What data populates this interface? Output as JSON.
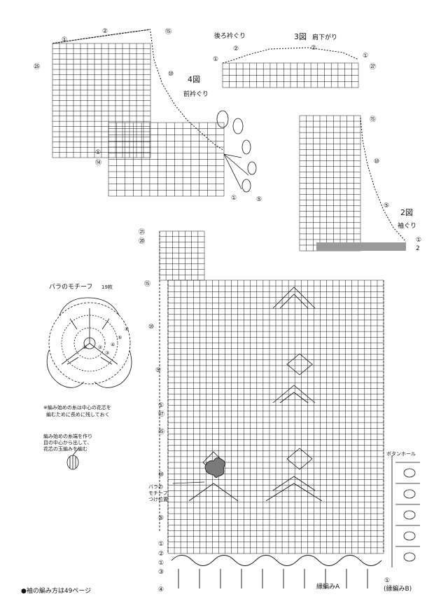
{
  "labels": {
    "fig4_title": "4図",
    "fig4_front_neck": "前衿ぐり",
    "fig3_back_neck": "後ろ衿ぐり",
    "fig3_title": "3図",
    "fig3_shoulder": "肩下がり",
    "fig2_title": "2図",
    "fig2_armhole": "袖ぐり",
    "motif_title": "バラのモチーフ",
    "motif_count": "19枚",
    "motif_note_1": "※編み始めの糸は中心の花芯を",
    "motif_note_2": "編むために長めに残しておく",
    "core_note_1": "編み始めの糸端を作り",
    "core_note_2": "目の中心から出して、",
    "core_note_3": "花芯の玉編みを編む",
    "rose_attach_1": "バラの",
    "rose_attach_2": "モチーフ",
    "rose_attach_3": "つけ位置",
    "buttonhole": "ボタンホール",
    "edging_a": "縁編みA",
    "edging_b": "(縁編みB)",
    "footer": "●袖の編み方は49ページ"
  },
  "row_markers": {
    "fig4": [
      "②",
      "⑮",
      "①",
      "㉕",
      "⑩",
      "①",
      "⑭",
      "①",
      "⑤"
    ],
    "fig3": [
      "①",
      "②",
      "②",
      "①",
      "㉗"
    ],
    "fig2": [
      "⑮",
      "⑩",
      "⑤",
      "①",
      "2"
    ],
    "body": [
      "㉑",
      "⑳",
      "⑮",
      "⑩",
      "⑤",
      "①",
      "⑰",
      "⑮",
      "⑩",
      "⑤",
      "①",
      "②",
      "①",
      "③",
      "④"
    ],
    "motif": [
      "⑥",
      "⑤",
      "④",
      "③",
      "②",
      "①"
    ],
    "edge_b": [
      "①"
    ]
  },
  "colors": {
    "ink": "#111111",
    "rose_fill": "#7a7a7a",
    "shade": "#9a9a9a"
  }
}
